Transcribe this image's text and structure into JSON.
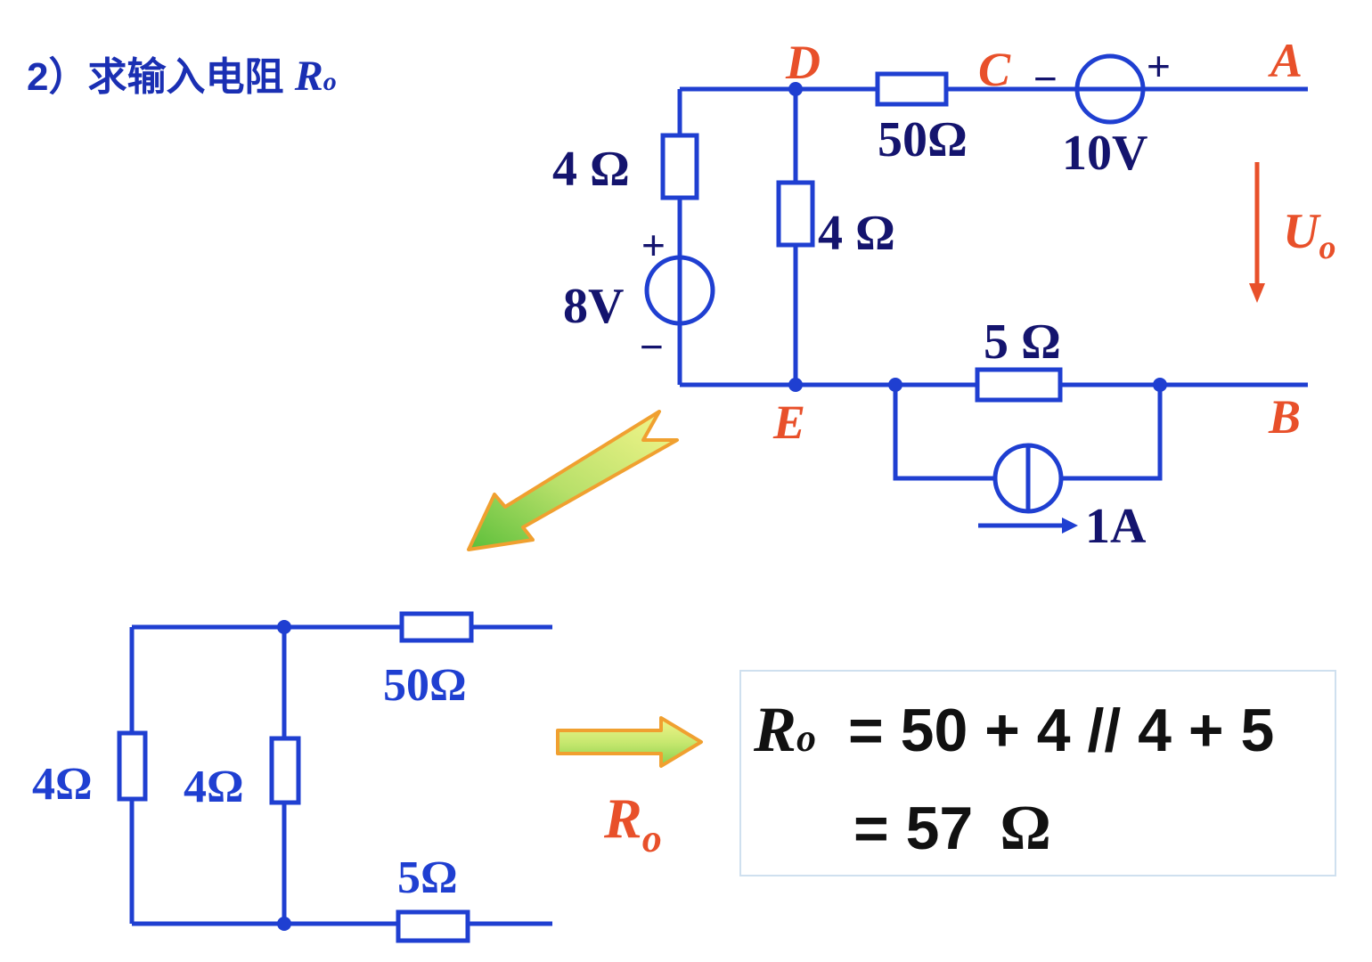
{
  "heading": {
    "prefix": "2）求输入电阻 ",
    "symbol": "R",
    "subscript": "o"
  },
  "top_circuit": {
    "nodes": {
      "D": "D",
      "C": "C",
      "A": "A",
      "E": "E",
      "B": "B"
    },
    "resistor_DC": "50Ω",
    "voltage_source_10V": {
      "label": "10V",
      "minus": "−",
      "plus": "+"
    },
    "resistor_left": "4 Ω",
    "resistor_middle": "4 Ω",
    "voltage_source_8V": {
      "label": "8V",
      "plus": "+",
      "minus": "−"
    },
    "resistor_5": "5 Ω",
    "current_source": "1A",
    "output_voltage": {
      "symbol": "U",
      "subscript": "o"
    }
  },
  "bottom_circuit": {
    "resistor_left": "4Ω",
    "resistor_middle": "4Ω",
    "resistor_top": "50Ω",
    "resistor_bottom": "5Ω"
  },
  "ro_label": {
    "symbol": "R",
    "subscript": "o"
  },
  "formula": {
    "lhs_symbol": "R",
    "lhs_subscript": "o",
    "line1_rhs": "= 50 + 4 // 4 + 5",
    "line2_rhs": "= 57",
    "line2_unit": "Ω"
  },
  "colors": {
    "wire": "#1f3fd1",
    "label_dark": "#14146e",
    "label_blue": "#1a2fb3",
    "node_label": "#e8502a",
    "arrow_red": "#e8502a",
    "arrow_fill_green": "#6cc440",
    "arrow_fill_yellow": "#f4f48a",
    "arrow_outline": "#f0a030",
    "formula_text": "#111111",
    "formula_border": "#cfe0ef"
  }
}
